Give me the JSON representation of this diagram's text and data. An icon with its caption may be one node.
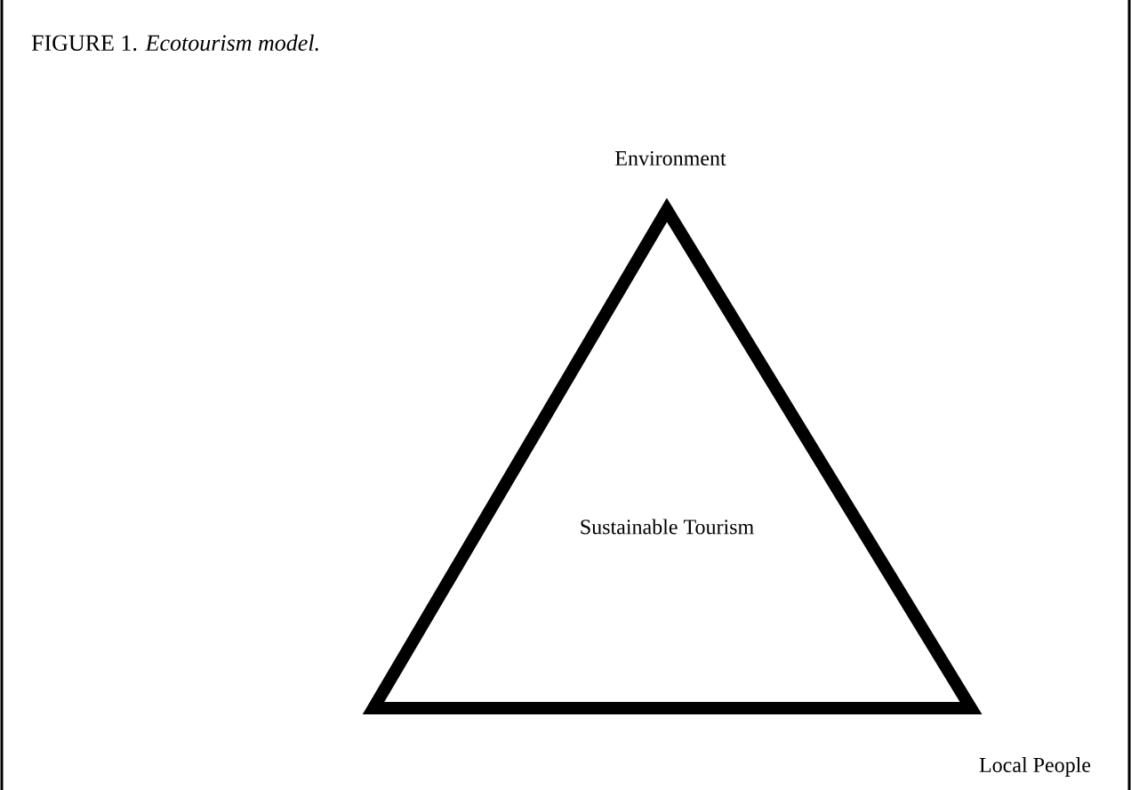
{
  "diagram": {
    "title": "FIGURE 1. *Ecotourism model.*",
    "nodes": [
      {
        "text": [
          "Sustainable Tourism"
        ]
      }
    ],
    "labels": [
      "Environment",
      "Local People"
    ]
  }
}
